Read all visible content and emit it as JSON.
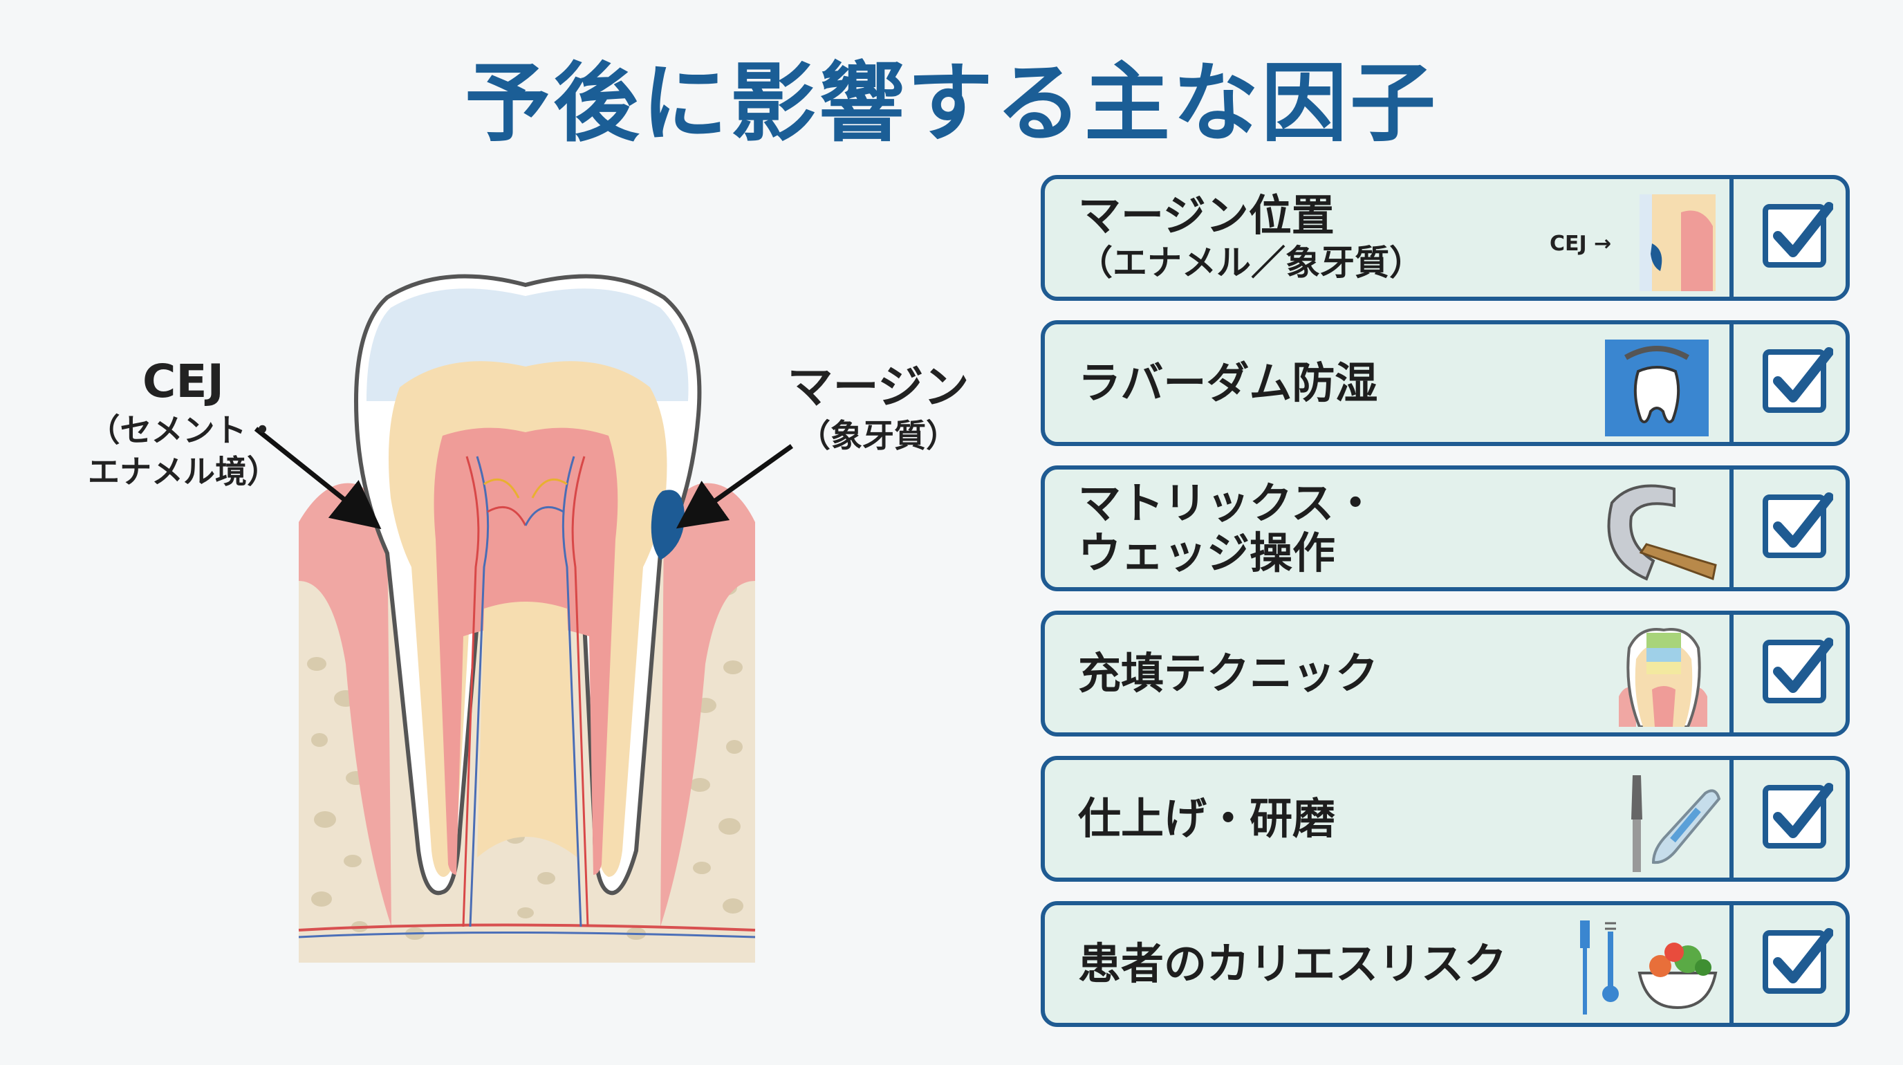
{
  "title": "予後に影響する主な因子",
  "diagram": {
    "cej_label": "CEJ",
    "cej_sub1": "（セメント・",
    "cej_sub2": "エナメル境）",
    "margin_label": "マージン",
    "margin_sub": "（象牙質）"
  },
  "factors": [
    {
      "line1": "マージン位置",
      "line2": "（エナメル／象牙質）",
      "icon": "cej-margin-icon",
      "icon_text": "CEJ →",
      "checked": true
    },
    {
      "line1": "ラバーダム防湿",
      "line2": "",
      "icon": "rubber-dam-icon",
      "checked": true
    },
    {
      "line1": "マトリックス・",
      "line2": "ウェッジ操作",
      "icon": "matrix-wedge-icon",
      "checked": true
    },
    {
      "line1": "充填テクニック",
      "line2": "",
      "icon": "layered-filling-icon",
      "checked": true
    },
    {
      "line1": "仕上げ・研磨",
      "line2": "",
      "icon": "bur-polishing-strip-icon",
      "checked": true
    },
    {
      "line1": "患者のカリエスリスク",
      "line2": "",
      "icon": "toothbrush-diet-icon",
      "checked": true
    }
  ],
  "colors": {
    "title": "#1b5e96",
    "border": "#1f5b92",
    "row_bg": "#e3f1ec",
    "enamel": "#dbe9f3",
    "dentin": "#f5dcae",
    "pulp": "#ef9e9a",
    "gum": "#ee9a98",
    "bone": "#efe6d4",
    "margin": "#1d5b95"
  }
}
